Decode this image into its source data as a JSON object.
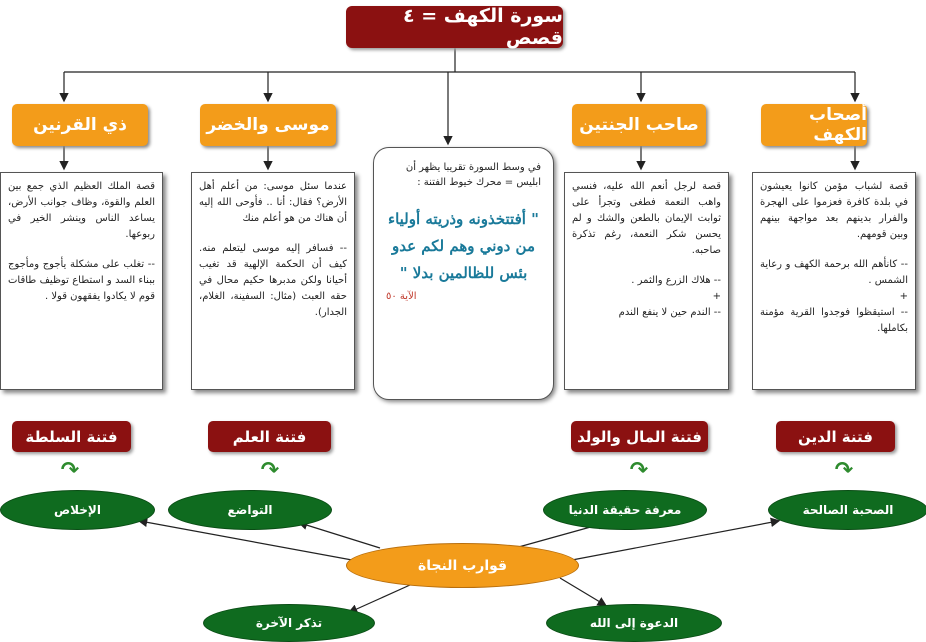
{
  "title": "سورة الكهف = ٤ قصص",
  "stories": [
    {
      "label": "أصحاب الكهف",
      "lines": [
        "قصة لشباب مؤمن كانوا يعيشون في بلدة كافرة فعزموا على الهجرة والفرار بدينهم بعد مواجهة بينهم وبين قومهم.",
        "-- كانأهم الله برحمة الكهف و رعاية الشمس .\n+\n-- استيقظوا فوجدوا القرية مؤمنة بكاملها."
      ]
    },
    {
      "label": "صاحب الجنتين",
      "lines": [
        "قصة لرجل أنعم الله عليه، فنسي واهب النعمة فطغى وتجرأ على ثوابت الإيمان بالطعن والشك و لم يحسن شكر النعمة، رغم تذكرة صاحبه.",
        "-- هلاك الزرع والثمر .\n+\n-- الندم حين لا ينفع الندم"
      ]
    },
    {
      "label": "موسى والخضر",
      "lines": [
        "عندما سئل موسى: من أعلم أهل الأرض؟ فقال: أنا .. فأوحى الله إليه أن هناك من هو أعلم منك",
        "-- فسافر إليه موسى ليتعلم منه. كيف أن الحكمة الإلهية قد تغيب أحيانا ولكن مدبرها حكيم محال في حقه العبث (مثال: السفينة، الغلام، الجدار)."
      ]
    },
    {
      "label": "ذي القرنين",
      "lines": [
        "قصة الملك العظيم الذي جمع بين العلم والقوة، وظاف جوانب الأرض، يساعد الناس وينشر الخير في ربوعها.",
        "-- تغلب على مشكلة يأجوج ومأجوج ببناء السد و استطاع توظيف طاقات قوم لا يكادوا يفقهون قولا ."
      ]
    }
  ],
  "center": {
    "intro": "في وسط السورة تقريبا يظهر أن ابليس = محرك خيوط الفتنة :",
    "verse": "\" أفتتخذونه وذريته أولياء من دوني وهم لكم عدو بئس للظالمين بدلا \"",
    "ref": "الآية ٥٠"
  },
  "fitan": [
    "فتنة الدين",
    "فتنة المال والولد",
    "فتنة العلم",
    "فتنة السلطة"
  ],
  "remedies": [
    "الصحبة الصالحة",
    "معرفة حقيقة الدنيا",
    "التواضع",
    "الإخلاص"
  ],
  "hub": "قوارب النجاة",
  "bottom": [
    "الدعوة إلى الله",
    "تذكر الآخرة"
  ],
  "colors": {
    "title": "#8b1111",
    "story": "#f39c1a",
    "remedy": "#0f6b1f",
    "arrow": "#2e8b2e",
    "verse": "#1a7a9a"
  }
}
